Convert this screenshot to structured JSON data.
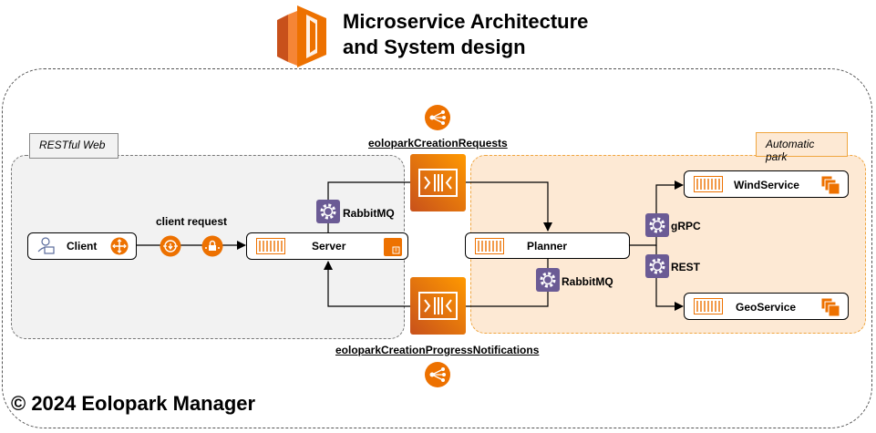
{
  "title": "Microservice Architecture and System design",
  "title_line1": "Microservice Architecture",
  "title_line2": "and System design",
  "footer": "© 2024 Eolopark Manager",
  "groups": {
    "rest": "RESTful Web",
    "automatic": "Automatic park"
  },
  "nodes": {
    "client": "Client",
    "server": "Server",
    "planner": "Planner",
    "wind": "WindService",
    "geo": "GeoService"
  },
  "edges": {
    "client_request": "client request",
    "rabbitmq_server": "RabbitMQ",
    "rabbitmq_planner": "RabbitMQ",
    "grpc": "gRPC",
    "rest": "REST"
  },
  "queues": {
    "requests": "eoloparkCreationRequests",
    "progress": "eoloparkCreationProgressNotifications"
  },
  "colors": {
    "aws_orange": "#ed7100",
    "gear_purple": "#6b5b95",
    "auto_bg": "#fde9d4",
    "rest_bg": "#f2f2f2"
  }
}
